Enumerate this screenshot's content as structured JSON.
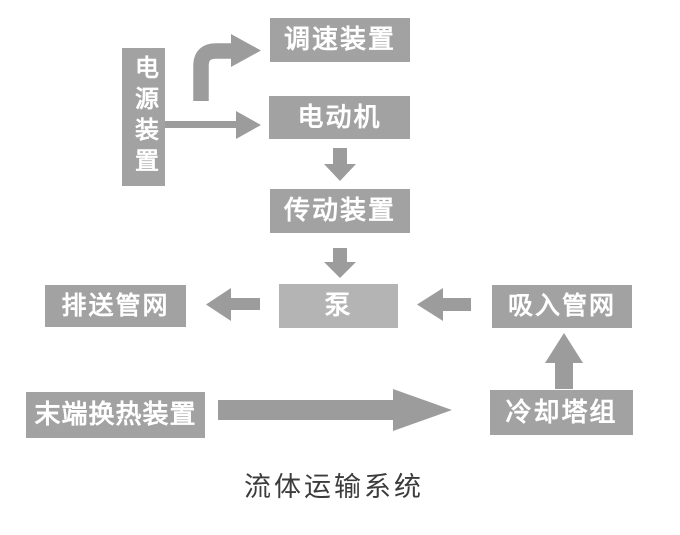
{
  "diagram": {
    "title": "流体运输系统",
    "nodes": {
      "power": {
        "label": "电源装置"
      },
      "speed": {
        "label": "调速装置"
      },
      "motor": {
        "label": "电动机"
      },
      "transmission": {
        "label": "传动装置"
      },
      "pump": {
        "label": "泵"
      },
      "discharge": {
        "label": "排送管网"
      },
      "suction": {
        "label": "吸入管网"
      },
      "terminal": {
        "label": "末端换热装置"
      },
      "cooling": {
        "label": "冷却塔组"
      }
    },
    "edges": [
      {
        "from": "电源装置",
        "to": "调速装置"
      },
      {
        "from": "电源装置",
        "to": "电动机"
      },
      {
        "from": "电动机",
        "to": "传动装置"
      },
      {
        "from": "传动装置",
        "to": "泵"
      },
      {
        "from": "泵",
        "to": "排送管网"
      },
      {
        "from": "吸入管网",
        "to": "泵"
      },
      {
        "from": "冷却塔组",
        "to": "吸入管网"
      },
      {
        "from": "末端换热装置",
        "to": "冷却塔组"
      }
    ],
    "colors": {
      "box": "#a2a2a2",
      "pump_box": "#b4b4b4",
      "arrow": "#9c9c9c",
      "box_text": "#ffffff",
      "caption_text": "#3c3c3c",
      "background": "#ffffff"
    }
  }
}
